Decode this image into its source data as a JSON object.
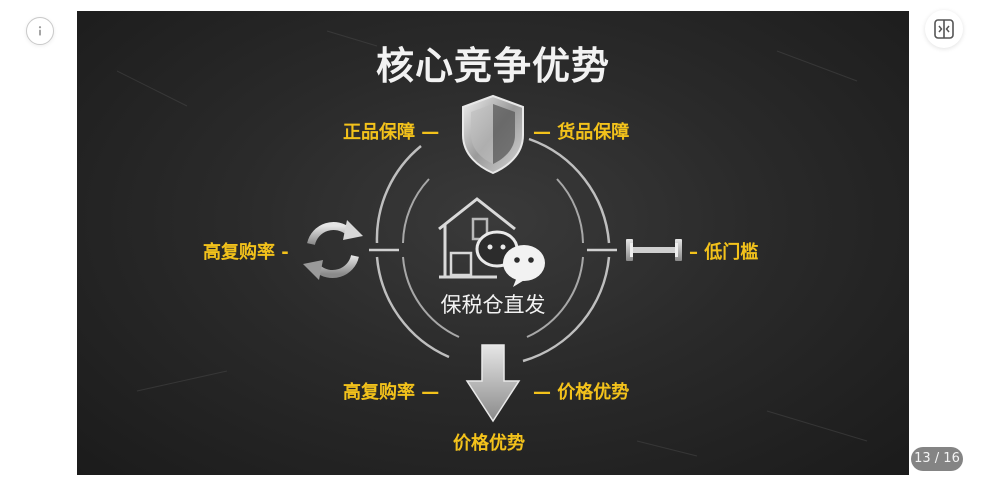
{
  "viewer": {
    "info_icon": "info-icon",
    "fullscreen_icon": "split-view-icon",
    "page_current": "13",
    "page_total": "16",
    "page_counter": "13 / 16"
  },
  "slide": {
    "title": "核心竞争优势",
    "center_label": "保税仓直发",
    "labels": {
      "top_left": "正品保障 —",
      "top_right": "— 货品保障",
      "left": "高复购率 -",
      "right": "– 低门槛",
      "bottom_left": "高复购率 —",
      "bottom_right": "— 价格优势",
      "bottom": "价格优势"
    },
    "icons": {
      "top": "shield-icon",
      "left": "refresh-cycle-icon",
      "right": "dumbbell-icon",
      "bottom": "down-arrow-icon",
      "center_warehouse": "warehouse-icon",
      "center_chat": "wechat-icon"
    },
    "colors": {
      "background": "#262626",
      "label": "#f3c21b",
      "title": "#f2f2f2"
    }
  }
}
